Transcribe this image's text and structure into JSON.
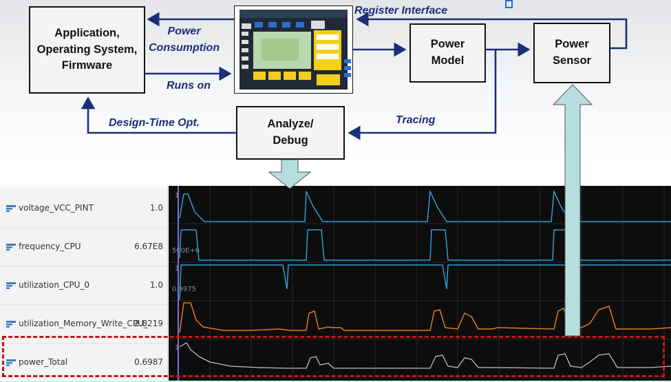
{
  "blocks": {
    "application": "Application,\nOperating System,\nFirmware",
    "power_model": "Power\nModel",
    "power_sensor": "Power\nSensor",
    "analyze": "Analyze/\nDebug"
  },
  "labels": {
    "register_interface": "Register Interface",
    "power_consumption": "Power\nConsumption",
    "runs_on": "Runs on",
    "design_time": "Design-Time Opt.",
    "tracing": "Tracing"
  },
  "signals": [
    {
      "name": "voltage_VCC_PINT",
      "value": "1.0"
    },
    {
      "name": "frequency_CPU",
      "value": "6.67E8"
    },
    {
      "name": "utilization_CPU_0",
      "value": "1.0"
    },
    {
      "name": "utilization_Memory_Write_CPU_",
      "value": "2.8219"
    },
    {
      "name": "power_Total",
      "value": "0.6987"
    }
  ],
  "wave_labels": {
    "v_top": "1",
    "f_mid": "500E+6",
    "u_top": "1",
    "u_mid": "0.9975",
    "p_top": "1"
  },
  "colors": {
    "arrow_blue": "#1a2f78",
    "label_blue": "#1a2f78",
    "up_arrow_fill": "#b6dede",
    "wave_blue": "#2f9fd8",
    "wave_orange": "#e37b1b",
    "wave_gray": "#bfbfbf",
    "highlight_red": "#c01818"
  },
  "icons": [
    "signal-icon"
  ]
}
